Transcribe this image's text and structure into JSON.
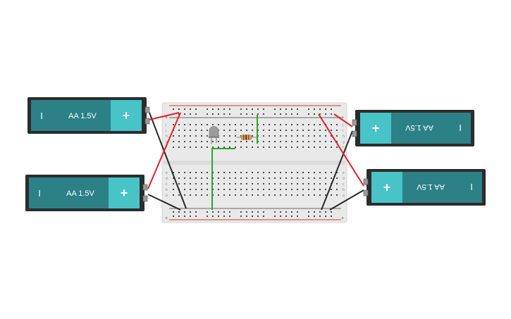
{
  "colors": {
    "background": "#ffffff",
    "battery_body": "#2b8186",
    "battery_plus": "#48c3c8",
    "battery_case": "#2c2c2c",
    "battery_text": "#ffffff",
    "breadboard": "#e9e9e9",
    "breadboard_border": "#d4d4d4",
    "hole": "#4a4a4a",
    "rail_red": "#d9372e",
    "rail_black": "#3a3a3a",
    "wire_red": "#e0202a",
    "wire_black": "#2a2a2a",
    "wire_green": "#2ca52c",
    "led": "#9c9c9c",
    "resistor": "#d4a25a"
  },
  "batteries": [
    {
      "id": "battery-top-left",
      "label": "AA 1.5V",
      "plus": "+",
      "minus": "I",
      "flipped": false
    },
    {
      "id": "battery-bottom-left",
      "label": "AA 1.5V",
      "plus": "+",
      "minus": "I",
      "flipped": false
    },
    {
      "id": "battery-top-right",
      "label": "AA 1.5V",
      "plus": "+",
      "minus": "I",
      "flipped": true
    },
    {
      "id": "battery-bottom-right",
      "label": "AA 1.5V",
      "plus": "+",
      "minus": "I",
      "flipped": true
    }
  ],
  "breadboard": {
    "rail_plus": "+",
    "rail_minus": "-",
    "row_letters_top": [
      "j",
      "i",
      "h",
      "g",
      "f"
    ],
    "row_letters_bottom": [
      "e",
      "d",
      "c",
      "b",
      "a"
    ],
    "columns": 30
  },
  "components": {
    "led": "led",
    "resistor": "resistor"
  }
}
